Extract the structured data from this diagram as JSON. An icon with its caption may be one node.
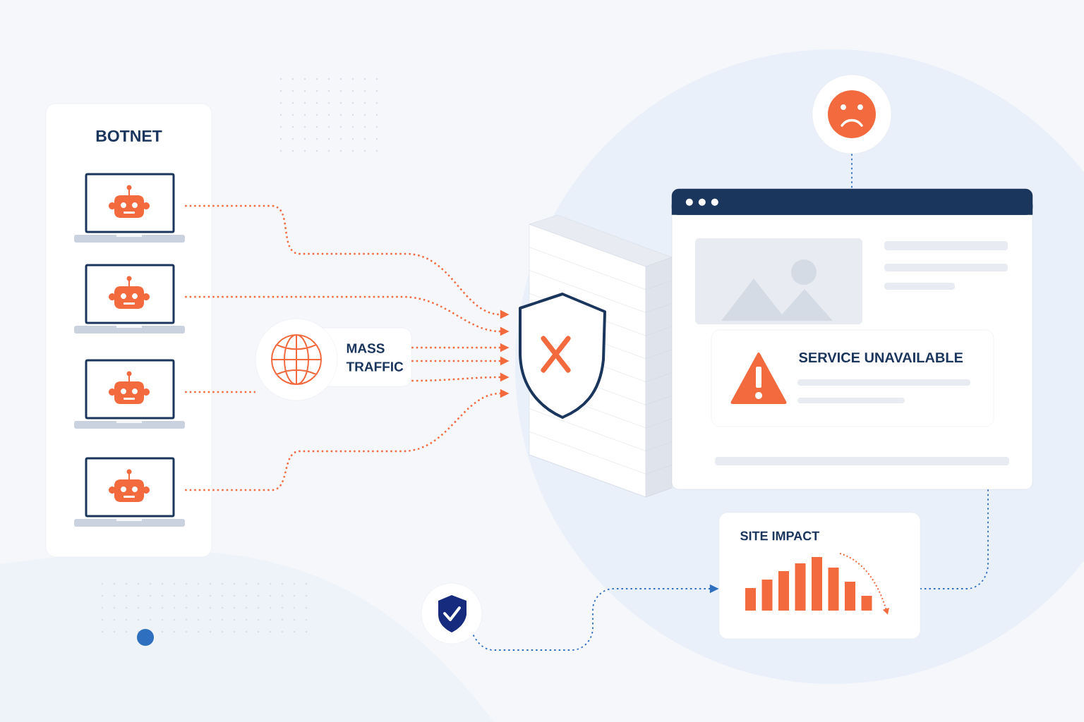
{
  "diagram": {
    "nodes": [
      {
        "text": [
          "BOTNET"
        ]
      },
      {
        "text": [],
        "shape": "picture",
        "in": 0
      },
      {
        "text": [],
        "shape": "picture",
        "in": 0
      },
      {
        "text": [],
        "shape": "picture",
        "in": 0
      },
      {
        "text": [],
        "shape": "picture",
        "in": 0
      },
      {
        "text": [
          "MASS TRAFFIC"
        ]
      },
      {
        "text": [],
        "shape": "picture"
      },
      {
        "text": [],
        "shape": "circle"
      },
      {
        "text": [],
        "shape": "box"
      },
      {
        "text": [
          "SERVICE UNAVAILABLE"
        ],
        "in": 8
      },
      {
        "text": [
          "SITE IMPACT"
        ]
      },
      {
        "text": [],
        "shape": "circle"
      }
    ],
    "edges": [
      {
        "from": 1,
        "to": 6,
        "arrow": "to"
      },
      {
        "from": 2,
        "to": 6,
        "arrow": "to"
      },
      {
        "from": 3,
        "to": 5,
        "arrow": "none"
      },
      {
        "from": 4,
        "to": 6,
        "arrow": "to"
      },
      {
        "from": 5,
        "to": 6,
        "arrow": "to"
      },
      {
        "from": 5,
        "to": 6,
        "arrow": "to"
      },
      {
        "from": 5,
        "to": 6,
        "arrow": "to"
      },
      {
        "from": 7,
        "to": 8,
        "arrow": "none",
        "color": "#2f6fc0"
      },
      {
        "from": 8,
        "to": 10,
        "arrow": "none",
        "color": "#2f6fc0"
      },
      {
        "from": 11,
        "to": 10,
        "arrow": "to",
        "color": "#2f6fc0"
      }
    ]
  }
}
